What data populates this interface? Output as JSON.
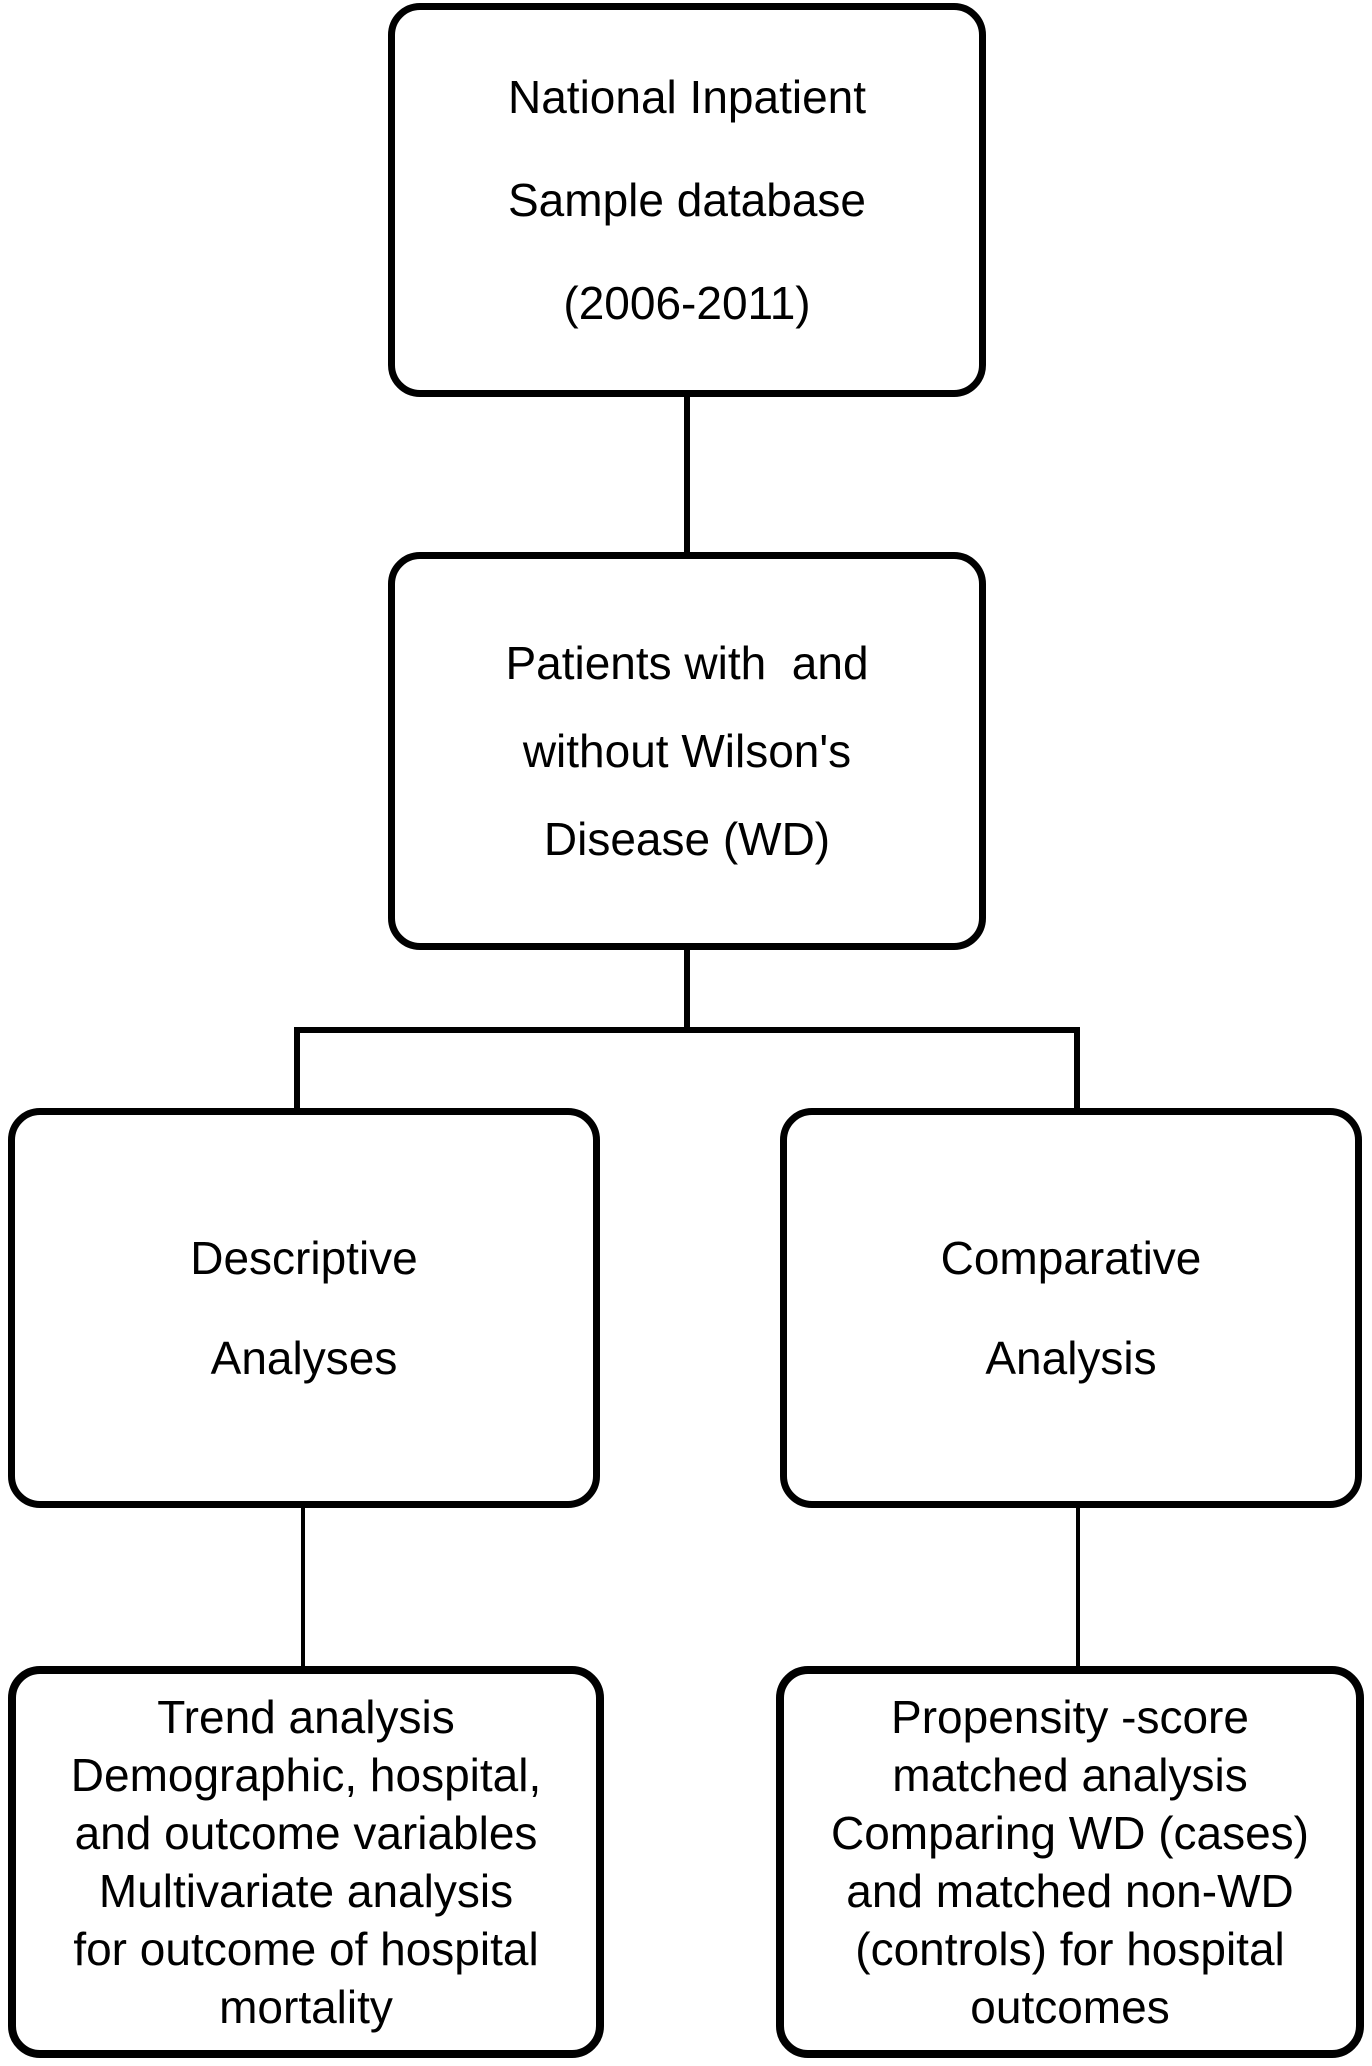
{
  "figure": {
    "type": "flowchart",
    "colors": {
      "background": "#ffffff",
      "stroke": "#000000",
      "text": "#000000"
    },
    "nodes": {
      "nis_database": {
        "lines": [
          "National Inpatient",
          "Sample database",
          "(2006-2011)"
        ]
      },
      "patients_wd": {
        "lines": [
          "Patients with  and",
          "without Wilson's",
          "Disease (WD)"
        ]
      },
      "descriptive": {
        "lines": [
          "Descriptive",
          "Analyses"
        ]
      },
      "comparative": {
        "lines": [
          "Comparative",
          "Analysis"
        ]
      },
      "descriptive_details": {
        "lines": [
          "Trend analysis",
          "Demographic, hospital,",
          "and outcome variables",
          "Multivariate analysis",
          "for outcome of hospital",
          "mortality"
        ]
      },
      "comparative_details": {
        "lines": [
          "Propensity -score",
          "matched analysis",
          "Comparing WD (cases)",
          "and matched non-WD",
          "(controls) for hospital",
          "outcomes"
        ]
      }
    },
    "edges": [
      {
        "from": "nis_database",
        "to": "patients_wd"
      },
      {
        "from": "patients_wd",
        "to": "descriptive"
      },
      {
        "from": "patients_wd",
        "to": "comparative"
      },
      {
        "from": "descriptive",
        "to": "descriptive_details"
      },
      {
        "from": "comparative",
        "to": "comparative_details"
      }
    ]
  }
}
